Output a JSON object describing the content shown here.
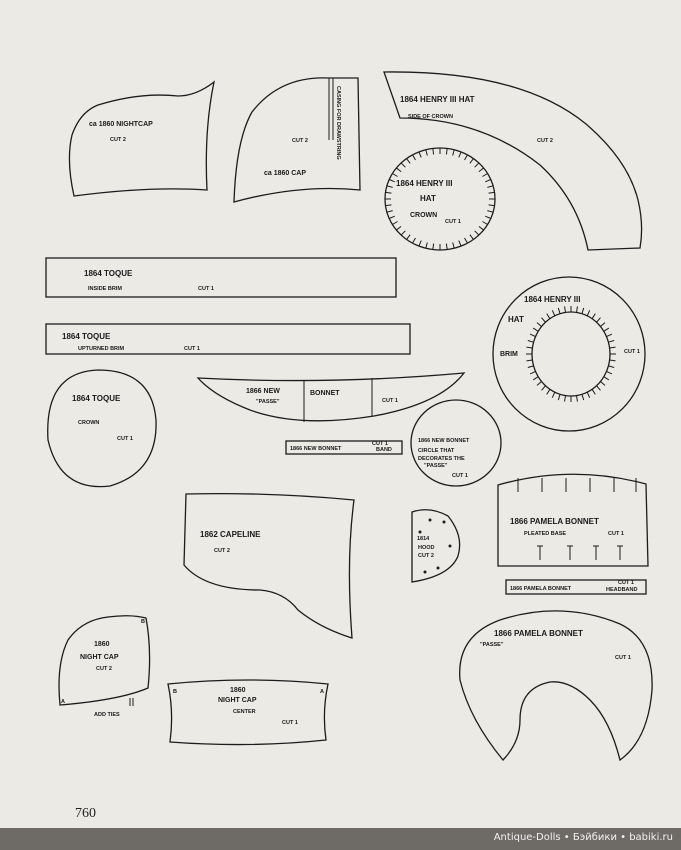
{
  "patterns": {
    "nightcap_1860": {
      "title": "ca 1860 NIGHTCAP",
      "cut": "CUT 2"
    },
    "cap_1860": {
      "title": "ca 1860 CAP",
      "cut": "CUT 2",
      "casing": "CASING FOR DRAWSTRING"
    },
    "henry_side": {
      "title": "1864 HENRY III HAT",
      "sub": "SIDE OF CROWN",
      "cut": "CUT 2"
    },
    "henry_crown": {
      "line1": "1864 HENRY III",
      "line2": "HAT",
      "line3": "CROWN",
      "cut": "CUT 1"
    },
    "toque_inside": {
      "title": "1864 TOQUE",
      "sub": "INSIDE BRIM",
      "cut": "CUT 1"
    },
    "toque_upturned": {
      "title": "1864 TOQUE",
      "sub": "UPTURNED BRIM",
      "cut": "CUT 1"
    },
    "henry_brim": {
      "title": "1864 HENRY III",
      "hat": "HAT",
      "brim": "BRIM",
      "cut": "CUT 1"
    },
    "toque_crown": {
      "title": "1864 TOQUE",
      "sub": "CROWN",
      "cut": "CUT 1"
    },
    "new_bonnet": {
      "left": "1866 NEW",
      "passe": "\"PASSE\"",
      "right": "BONNET",
      "cut": "CUT 1"
    },
    "new_bonnet_band": {
      "label": "1866 NEW BONNET",
      "cut": "CUT 1",
      "band": "BAND"
    },
    "new_bonnet_circle": {
      "title": "1866 NEW BONNET",
      "l1": "CIRCLE THAT",
      "l2": "DECORATES THE",
      "l3": "\"PASSE\"",
      "cut": "CUT 1"
    },
    "capeline": {
      "title": "1862 CAPELINE",
      "cut": "CUT 2"
    },
    "hood": {
      "title": "1814",
      "sub": "HOOD",
      "cut": "CUT 2"
    },
    "pamela_base": {
      "title": "1866 PAMELA BONNET",
      "sub": "PLEATED BASE",
      "cut": "CUT 1"
    },
    "pamela_headband": {
      "label": "1866 PAMELA BONNET",
      "cut": "CUT 1",
      "band": "HEADBAND"
    },
    "pamela_passe": {
      "title": "1866 PAMELA BONNET",
      "sub": "\"PASSE\"",
      "cut": "CUT 1"
    },
    "nightcap_small": {
      "line1": "1860",
      "line2": "NIGHT CAP",
      "cut": "CUT 2",
      "ties": "ADD TIES",
      "mark_a": "A",
      "mark_b": "B"
    },
    "nightcap_center": {
      "line1": "1860",
      "line2": "NIGHT CAP",
      "line3": "CENTER",
      "cut": "CUT 1",
      "mark_a": "A",
      "mark_b": "B"
    }
  },
  "page_number": "760",
  "watermark": "Antique-Dolls • Бэйбики • babiki.ru"
}
